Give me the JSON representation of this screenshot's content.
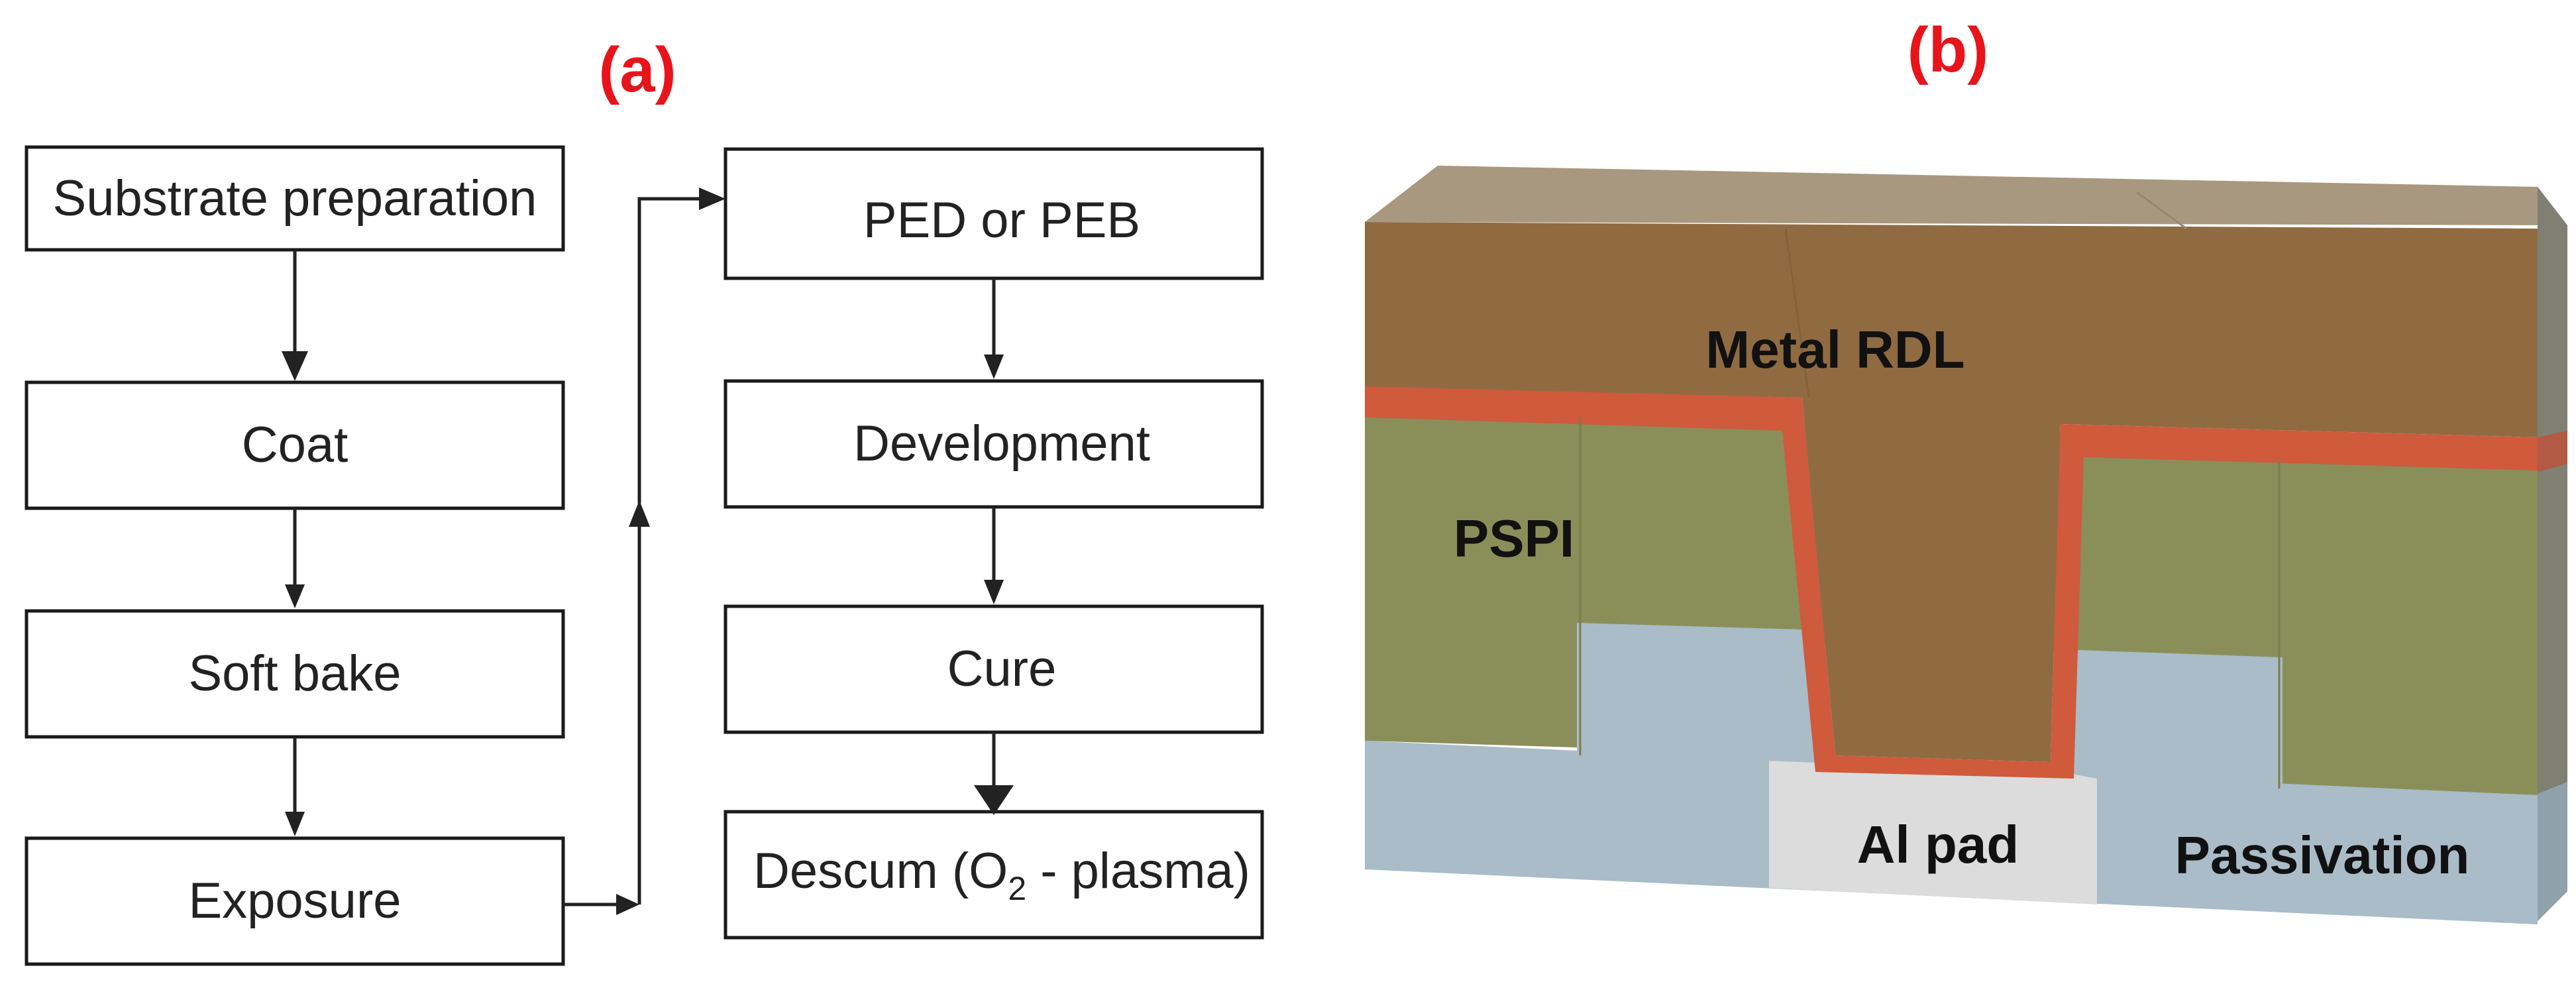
{
  "panels": {
    "a": {
      "label": "(a)"
    },
    "b": {
      "label": "(b)"
    }
  },
  "flowchart": {
    "left_column": [
      {
        "text": "Substrate preparation"
      },
      {
        "text": "Coat"
      },
      {
        "text": "Soft bake"
      },
      {
        "text": "Exposure"
      }
    ],
    "right_column": [
      {
        "text": "PED or PEB"
      },
      {
        "text": "Development"
      },
      {
        "text": "Cure"
      },
      {
        "text": "Descum (O",
        "sub": "2",
        "tail": " - plasma)"
      }
    ]
  },
  "cross_section": {
    "layers": {
      "metal": "Metal RDL",
      "pspi": "PSPI",
      "al_pad": "Al pad",
      "passivation": "Passivation"
    },
    "colors": {
      "metal_front": "#906b42",
      "metal_top": "#a8987f",
      "seed": "#cf5a3c",
      "pspi": "#8a8f5a",
      "passivation": "#a9bcc8",
      "al_pad": "#dcdcdc"
    }
  }
}
